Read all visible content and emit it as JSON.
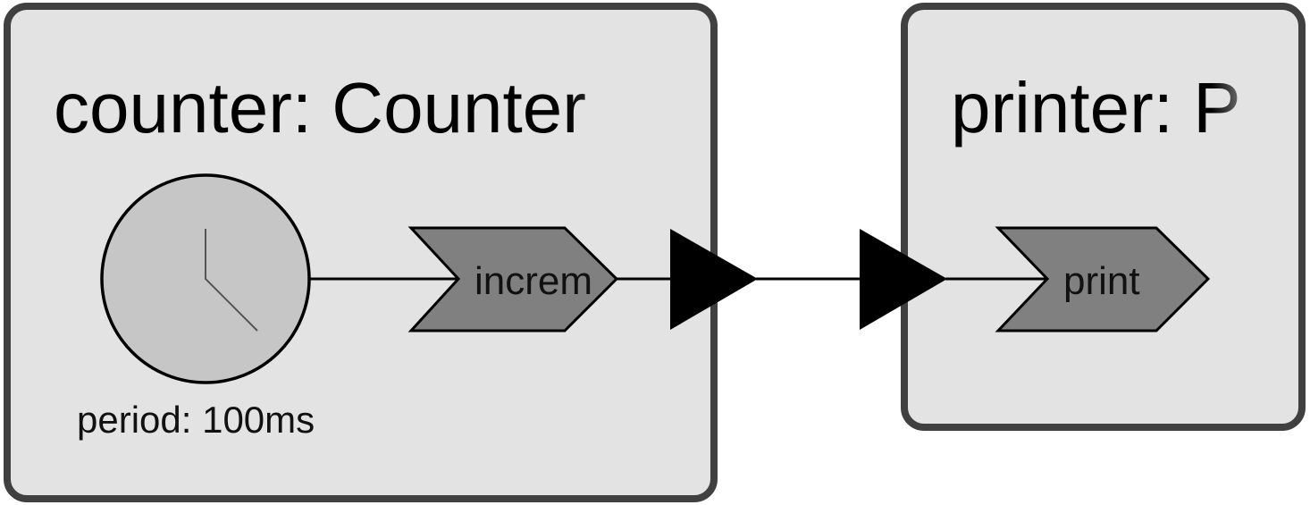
{
  "counter": {
    "title": "counter: Counter",
    "timer_label": "period: 100ms",
    "reaction_label": "increm"
  },
  "printer": {
    "title": "printer: P",
    "reaction_label": "print"
  },
  "colors": {
    "box_fill": "#e3e3e3",
    "box_stroke": "#404040",
    "clock_fill": "#c6c6c6",
    "reaction_fill": "#808080",
    "arrow": "#000000"
  },
  "icons": [
    "clock-icon",
    "reaction-chevron-icon",
    "port-triangle-icon"
  ]
}
